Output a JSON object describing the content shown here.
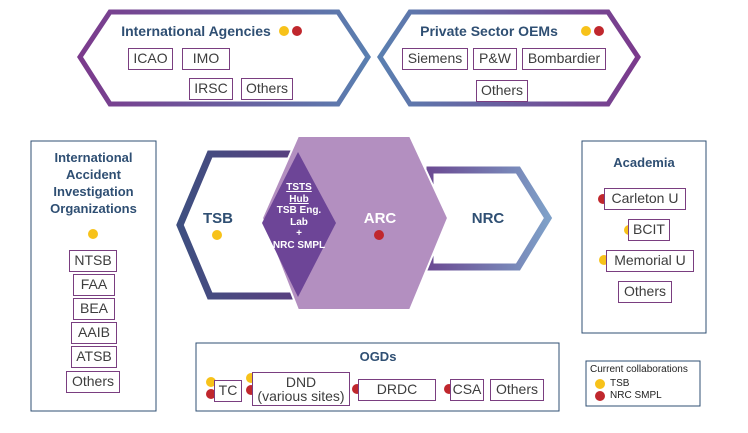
{
  "groups": {
    "international_agencies": {
      "title": "International Agencies",
      "members": [
        "ICAO",
        "IMO",
        "IRSC",
        "Others"
      ]
    },
    "private_sector": {
      "title": "Private Sector OEMs",
      "members": [
        "Siemens",
        "P&W",
        "Bombardier",
        "Others"
      ]
    },
    "accident_orgs": {
      "title": [
        "International",
        "Accident",
        "Investigation",
        "Organizations"
      ],
      "members": [
        "NTSB",
        "FAA",
        "BEA",
        "AAIB",
        "ATSB",
        "Others"
      ]
    },
    "academia": {
      "title": "Academia",
      "members": [
        "Carleton U",
        "BCIT",
        "Memorial U",
        "Others"
      ]
    },
    "ogds": {
      "title": "OGDs",
      "members": [
        "TC",
        "DND",
        "(various sites)",
        "DRDC",
        "CSA",
        "Others"
      ]
    }
  },
  "center": {
    "tsb": "TSB",
    "arc": "ARC",
    "nrc": "NRC",
    "hub": [
      "TSTS",
      "Hub",
      "TSB Eng.",
      "Lab",
      "+",
      "NRC SMPL"
    ]
  },
  "legend": {
    "title": "Current collaborations",
    "items": [
      "TSB",
      "NRC SMPL"
    ]
  },
  "colors": {
    "tsb_dot": "#f7c21a",
    "nrc_dot": "#c0272d",
    "chip_border": "#7a3e80",
    "title_text": "#2f4f73",
    "arc_fill": "#b38fc0",
    "hub_fill": "#6d4597"
  }
}
